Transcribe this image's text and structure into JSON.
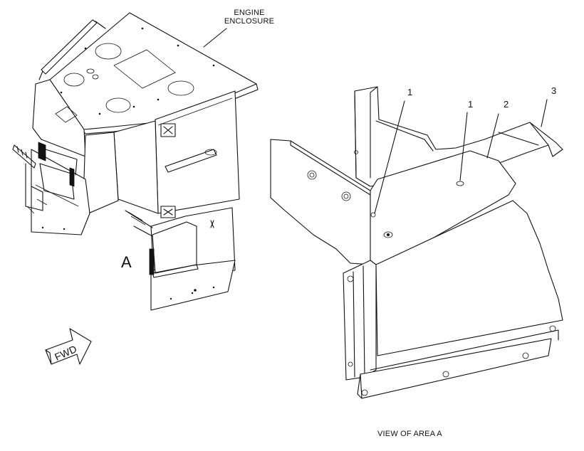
{
  "labels": {
    "engine_enclosure_line1": "ENGINE",
    "engine_enclosure_line2": "ENCLOSURE",
    "area_a": "A",
    "fwd": "FWD",
    "view_caption": "VIEW OF AREA A"
  },
  "callouts": [
    "1",
    "1",
    "2",
    "3"
  ],
  "colors": {
    "ink": "#111111",
    "paper": "#ffffff"
  }
}
